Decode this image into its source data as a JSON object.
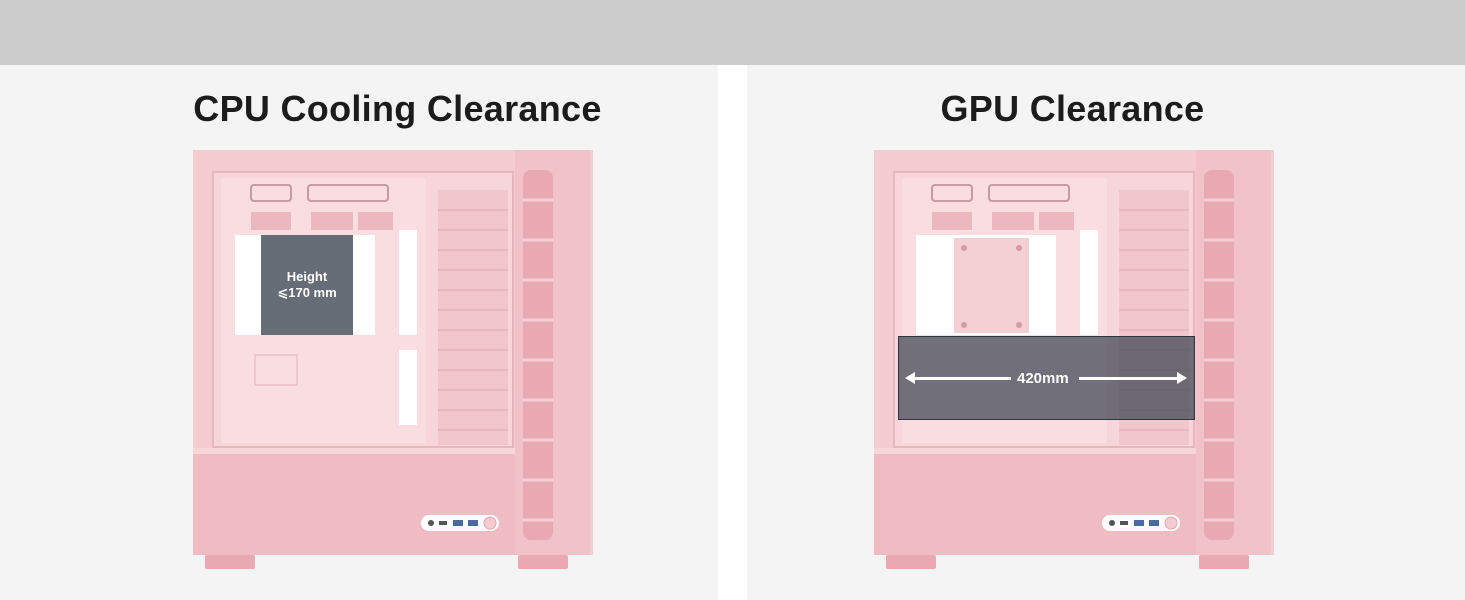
{
  "panels": [
    {
      "title": "CPU Cooling Clearance",
      "label_line1": "Height",
      "label_line2": "⩽170 mm"
    },
    {
      "title": "GPU Clearance",
      "label": "420mm"
    }
  ],
  "colors": {
    "case_pink": "#f2c6cc",
    "case_pink_dark": "#e5a9b1",
    "overlay": "#3c4450"
  }
}
